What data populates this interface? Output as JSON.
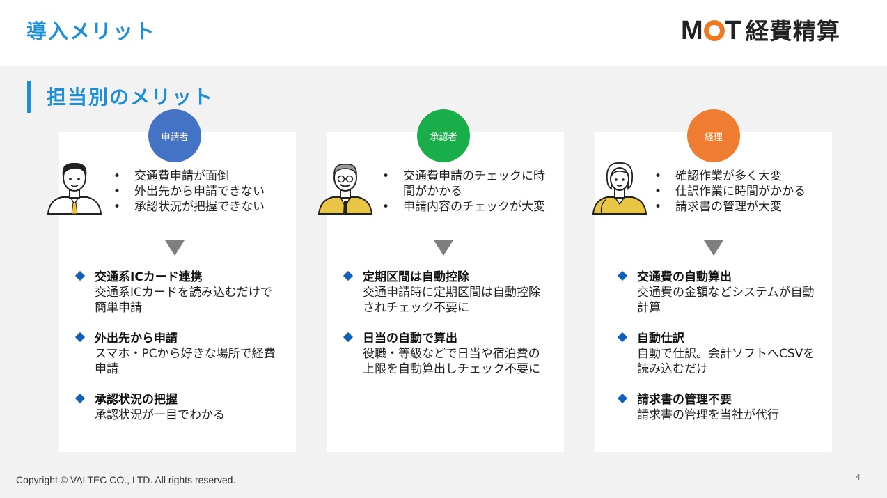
{
  "header": {
    "title": "導入メリット",
    "logo": {
      "prefix": "M",
      "suffix": "T",
      "text": "経費精算",
      "accent_color": "#f07a22"
    }
  },
  "section": {
    "title": "担当別のメリット"
  },
  "colors": {
    "title_blue": "#1f8ed6",
    "diamond_blue": "#1160b8",
    "arrow_gray": "#7f7f7f"
  },
  "columns": [
    {
      "role": "申請者",
      "badge_color": "#4472c4",
      "avatar_icon": "young-man-icon",
      "issues": [
        "交通費申請が面倒",
        "外出先から申請できない",
        "承認状況が把握できない"
      ],
      "merits": [
        {
          "title": "交通系ICカード連携",
          "desc": "交通系ICカードを読み込むだけで簡単申請"
        },
        {
          "title": "外出先から申請",
          "desc": "スマホ・PCから好きな場所で経費申請"
        },
        {
          "title": "承認状況の把握",
          "desc": "承認状況が一目でわかる"
        }
      ]
    },
    {
      "role": "承認者",
      "badge_color": "#1aae4a",
      "avatar_icon": "senior-man-icon",
      "issues": [
        "交通費申請のチェックに時間がかかる",
        "申請内容のチェックが大変"
      ],
      "merits": [
        {
          "title": "定期区間は自動控除",
          "desc": "交通申請時に定期区間は自動控除されチェック不要に"
        },
        {
          "title": "日当の自動で算出",
          "desc": "役職・等級などで日当や宿泊費の上限を自動算出しチェック不要に"
        }
      ]
    },
    {
      "role": "経理",
      "badge_color": "#ee7d31",
      "avatar_icon": "woman-icon",
      "issues": [
        "確認作業が多く大変",
        "仕訳作業に時間がかかる",
        "請求書の管理が大変"
      ],
      "merits": [
        {
          "title": "交通費の自動算出",
          "desc": "交通費の金額などシステムが自動計算"
        },
        {
          "title": "自動仕訳",
          "desc": "自動で仕訳。会計ソフトへCSVを読み込むだけ"
        },
        {
          "title": "請求書の管理不要",
          "desc": "請求書の管理を当社が代行"
        }
      ]
    }
  ],
  "footer": {
    "copyright": "Copyright © VALTEC CO., LTD. All rights reserved.",
    "page_number": "4"
  }
}
